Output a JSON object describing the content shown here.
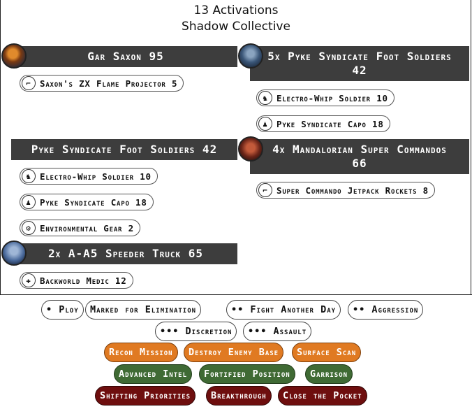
{
  "header": {
    "activations": "13 Activations",
    "faction": "Shadow Collective"
  },
  "units": [
    {
      "name": "Gar Saxon 95",
      "upgrades": [
        {
          "icon": "flamethrower-icon",
          "glyph": "⌐",
          "label": "Saxon's ZX Flame Projector 5"
        }
      ]
    },
    {
      "name_line1": "5x Pyke Syndicate Foot Soldiers",
      "name_line2": "42",
      "upgrades": [
        {
          "icon": "soldier-icon",
          "glyph": "♞",
          "label": "Electro-Whip Soldier 10"
        },
        {
          "icon": "soldier-icon",
          "glyph": "♟",
          "label": "Pyke Syndicate Capo 18"
        }
      ]
    },
    {
      "name": "Pyke Syndicate Foot Soldiers 42",
      "upgrades": [
        {
          "icon": "soldier-icon",
          "glyph": "♞",
          "label": "Electro-Whip Soldier 10"
        },
        {
          "icon": "soldier-icon",
          "glyph": "♟",
          "label": "Pyke Syndicate Capo 18"
        },
        {
          "icon": "gear-icon",
          "glyph": "⚙",
          "label": "Environmental Gear 2"
        }
      ]
    },
    {
      "name_line1": "4x Mandalorian Super Commandos",
      "name_line2": "66",
      "upgrades": [
        {
          "icon": "jetpack-icon",
          "glyph": "⌐",
          "label": "Super Commando Jetpack Rockets 8"
        }
      ]
    },
    {
      "name": "2x A-A5 Speeder Truck 65",
      "upgrades": [
        {
          "icon": "medic-icon",
          "glyph": "✚",
          "label": "Backworld Medic 12"
        }
      ]
    }
  ],
  "command_cards": [
    "• Ploy",
    "Marked for Elimination",
    "•• Fight Another Day",
    "•• Aggression",
    "••• Discretion",
    "••• Assault"
  ],
  "objective_cards": {
    "primary": [
      "Recon Mission",
      "Destroy Enemy Base",
      "Surface Scan"
    ],
    "secondary": [
      "Advanced Intel",
      "Fortified Position",
      "Garrison"
    ],
    "advantage": [
      "Shifting Priorities",
      "Breakthrough",
      "Close the Pocket"
    ]
  },
  "colors": {
    "primary": "#e07a22",
    "secondary": "#3f6a34",
    "advantage": "#6e0e0e",
    "unit_bar": "#3d3d3d"
  }
}
